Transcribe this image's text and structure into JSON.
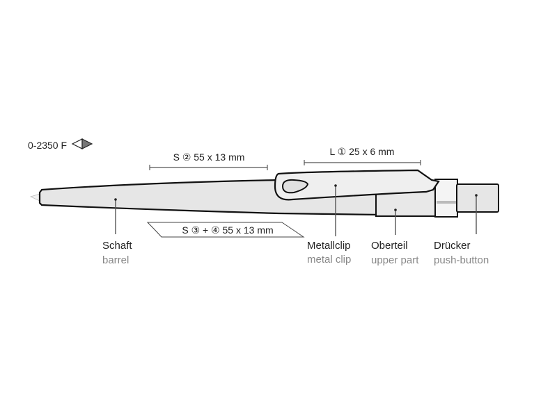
{
  "article": "0-2350 F",
  "icon": "two-tone-diamond-icon",
  "print_areas": [
    {
      "label": "S ② 55 x 13 mm"
    },
    {
      "label": "L ① 25 x 6 mm"
    },
    {
      "label": "S ③ + ④ 55 x 13 mm"
    }
  ],
  "parts": [
    {
      "de": "Schaft",
      "en": "barrel"
    },
    {
      "de": "Metallclip",
      "en": "metal clip"
    },
    {
      "de": "Oberteil",
      "en": "upper part"
    },
    {
      "de": "Drücker",
      "en": "push-button"
    }
  ],
  "colors": {
    "body": "#e6e6e6",
    "outline": "#111111",
    "leader": "#555555",
    "secondary_text": "#888888"
  }
}
